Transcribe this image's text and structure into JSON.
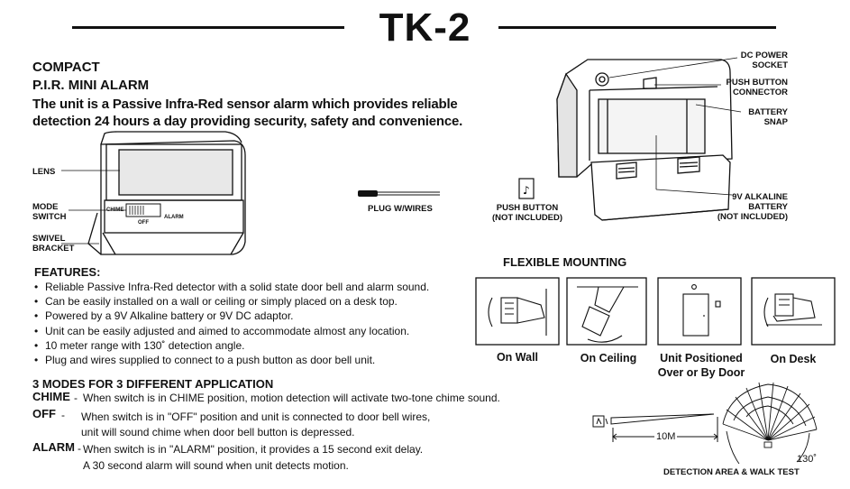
{
  "title": "TK-2",
  "header": {
    "compact": "COMPACT",
    "subtitle": "P.I.R. MINI ALARM",
    "intro_line1": "The unit is a Passive Infra-Red sensor alarm which provides reliable",
    "intro_line2": "detection 24 hours a day providing security, safety and convenience."
  },
  "device_labels": {
    "lens": "LENS",
    "mode_switch_1": "MODE",
    "mode_switch_2": "SWITCH",
    "swivel_1": "SWIVEL",
    "swivel_2": "BRACKET",
    "switch_chime": "CHIME",
    "switch_off": "OFF",
    "switch_alarm": "ALARM"
  },
  "accessory_labels": {
    "plug": "PLUG W/WIRES",
    "push_button_1": "PUSH BUTTON",
    "push_button_2": "(NOT INCLUDED)"
  },
  "back_labels": {
    "dc_power_1": "DC POWER",
    "dc_power_2": "SOCKET",
    "push_conn_1": "PUSH BUTTON",
    "push_conn_2": "CONNECTOR",
    "battery_snap_1": "BATTERY",
    "battery_snap_2": "SNAP",
    "alkaline_1": "9V ALKALINE",
    "alkaline_2": "BATTERY",
    "alkaline_3": "(NOT INCLUDED)"
  },
  "features": {
    "heading": "FEATURES:",
    "items": [
      "Reliable Passive Infra-Red detector with a  solid state door bell and alarm sound.",
      "Can be easily installed on a wall or ceiling or simply placed on a desk top.",
      "Powered by a 9V Alkaline battery or 9V DC adaptor.",
      "Unit can be easily adjusted and aimed to accommodate almost any location.",
      "10 meter range with 130˚ detection angle.",
      "Plug and wires supplied to connect to a push button as door bell unit."
    ]
  },
  "modes": {
    "heading": "3 MODES FOR 3 DIFFERENT APPLICATION",
    "chime_key": "CHIME",
    "chime_dash": "-",
    "chime_text": "When switch is in  CHIME  position,  motion detection will activate two-tone  chime sound.",
    "off_key": "OFF",
    "off_dash": "-",
    "off_text1": "When switch is in  \"OFF\"  position and  unit is connected to door bell wires,",
    "off_text2": "unit will sound chime when door bell  button is depressed.",
    "alarm_key": "ALARM",
    "alarm_dash": "-",
    "alarm_text1": "When switch is in  \"ALARM\"  position,  it provides a 15 second exit delay.",
    "alarm_text2": "A 30 second alarm will sound when  unit detects motion."
  },
  "mounting": {
    "heading": "FLEXIBLE MOUNTING",
    "captions": [
      "On Wall",
      "On Ceiling",
      "Unit Positioned",
      "Over or By Door",
      "On Desk"
    ]
  },
  "detection": {
    "range": "10M",
    "angle": "130˚",
    "caption": "DETECTION AREA & WALK TEST"
  }
}
